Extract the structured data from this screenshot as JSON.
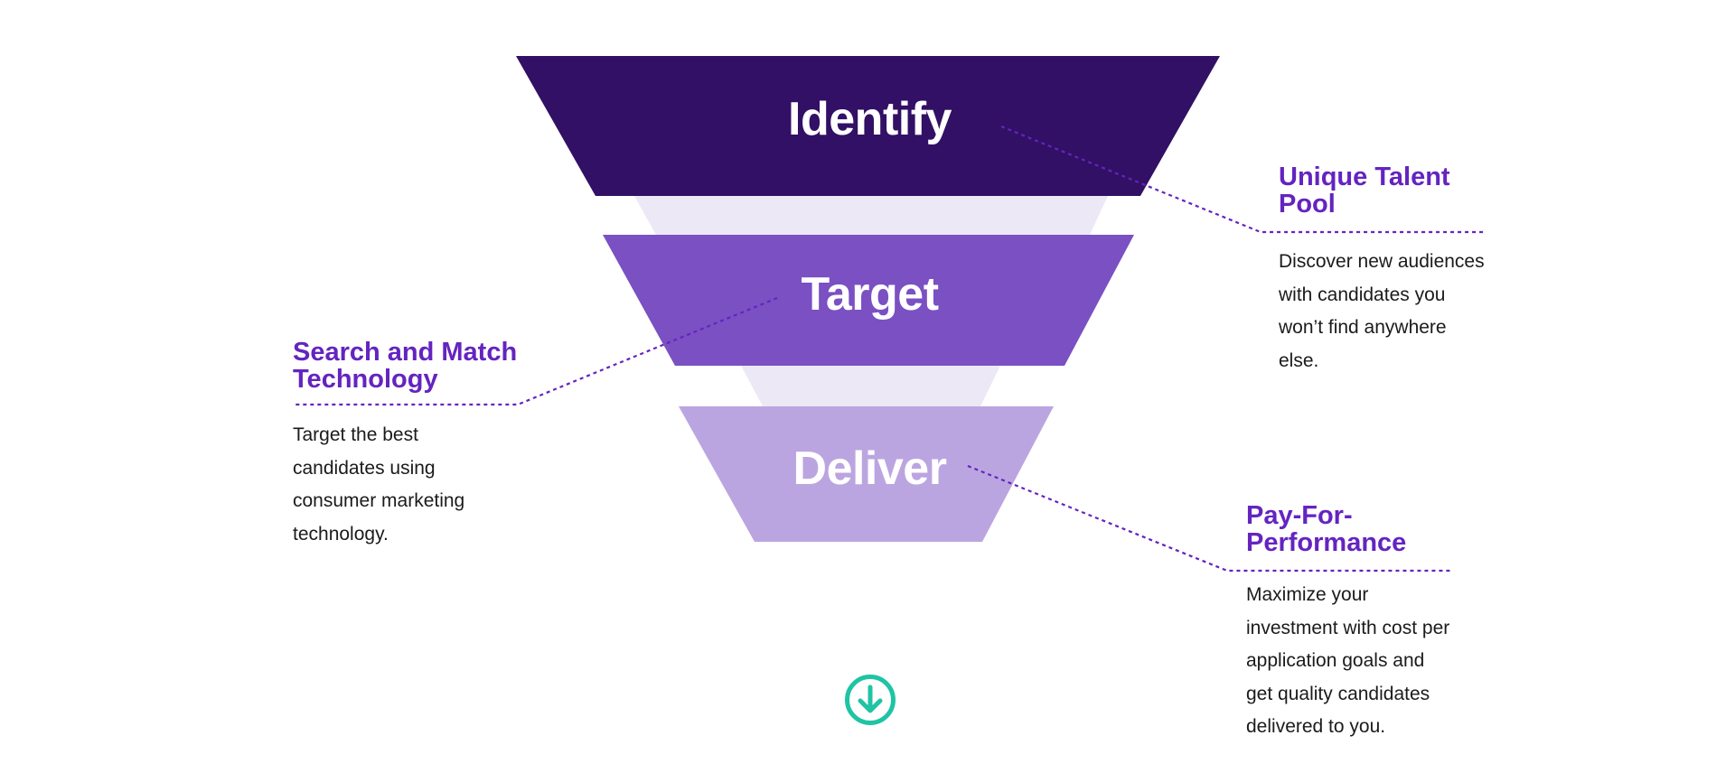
{
  "colors": {
    "stage_identify": "#321065",
    "stage_target": "#7a50c3",
    "stage_deliver": "#bba5e0",
    "connector": "#ede8f6",
    "accent": "#6424c0",
    "body_text": "#1b1b1b",
    "scroll_button": "#1fc4a4"
  },
  "stages": [
    {
      "label": "Identify"
    },
    {
      "label": "Target"
    },
    {
      "label": "Deliver"
    }
  ],
  "callouts": {
    "unique_talent_pool": {
      "title": "Unique Talent Pool",
      "body": "Discover new audiences with candidates you won’t find anywhere else."
    },
    "search_and_match": {
      "title": "Search and Match Technology",
      "body": "Target the best candidates using consumer marketing technology."
    },
    "pay_for_performance": {
      "title": "Pay-For-Performance",
      "body": "Maximize your investment with cost per application goals and get quality candidates delivered to you."
    }
  },
  "scroll_button": {
    "icon": "arrow-down-circle-icon"
  }
}
